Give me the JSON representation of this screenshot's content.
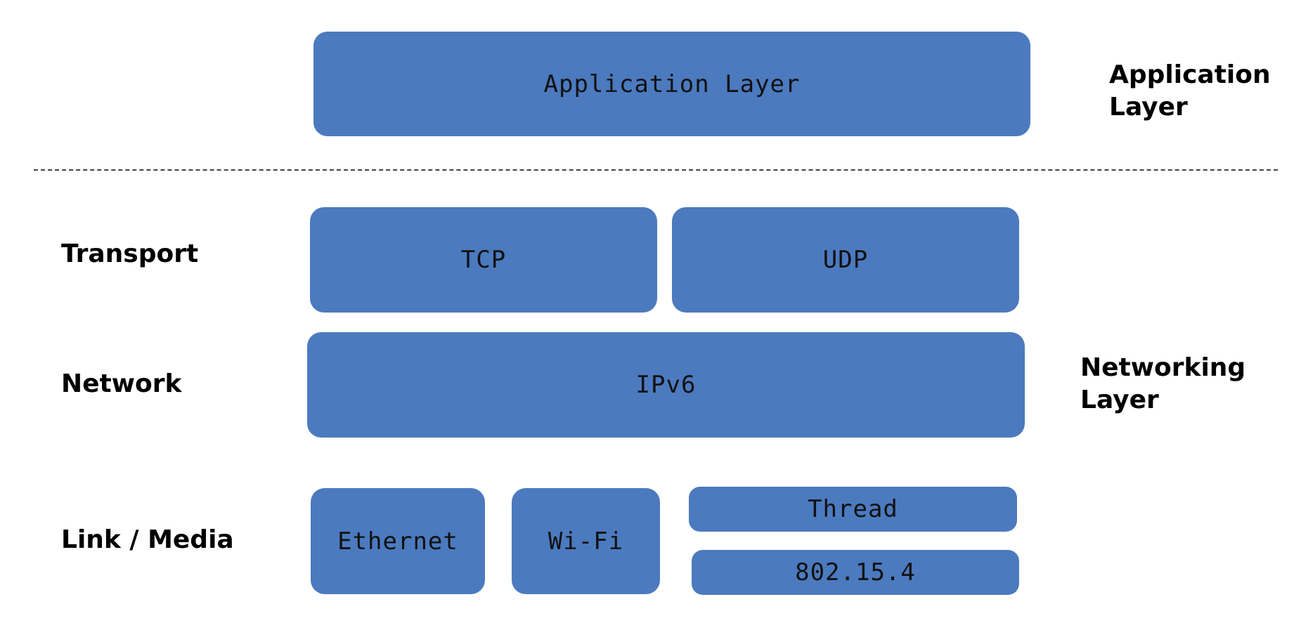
{
  "colors": {
    "box_fill": "#4b7abf",
    "box_text": "#111111",
    "label_text": "#000000",
    "divider": "#444444",
    "background": "#ffffff"
  },
  "boxes": {
    "application": "Application Layer",
    "tcp": "TCP",
    "udp": "UDP",
    "ipv6": "IPv6",
    "ethernet": "Ethernet",
    "wifi": "Wi-Fi",
    "thread": "Thread",
    "ieee802154": "802.15.4"
  },
  "row_labels": {
    "transport": "Transport",
    "network": "Network",
    "link_media": "Link / Media"
  },
  "group_labels": {
    "application_line1": "Application",
    "application_line2": "Layer",
    "networking_line1": "Networking",
    "networking_line2": "Layer"
  }
}
